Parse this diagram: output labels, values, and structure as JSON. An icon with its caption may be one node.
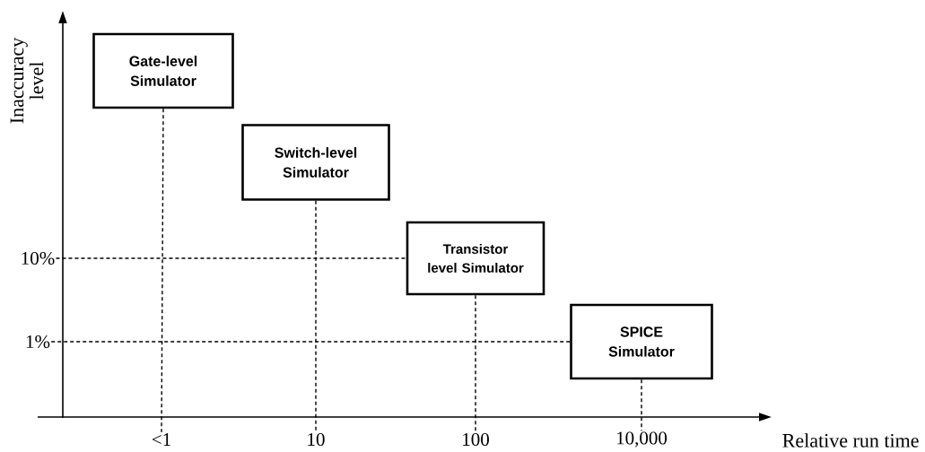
{
  "diagram": {
    "nodes": [
      {
        "text": [
          "Gate-level Simulator"
        ]
      },
      {
        "text": [
          "Switch-level Simulator"
        ]
      },
      {
        "text": [
          "Transistor level Simulator"
        ]
      },
      {
        "text": [
          "SPICE Simulator"
        ]
      },
      {
        "text": [
          "10%"
        ]
      },
      {
        "text": [
          "1%"
        ]
      },
      {
        "text": [
          "<1"
        ]
      },
      {
        "text": [
          "10"
        ]
      },
      {
        "text": [
          "100"
        ]
      },
      {
        "text": [
          "10,000"
        ]
      }
    ],
    "edges": [
      {
        "from": 0,
        "to": 6,
        "arrow": "none",
        "style": "dashed"
      },
      {
        "from": 1,
        "to": 7,
        "arrow": "none",
        "style": "dashed"
      },
      {
        "from": 4,
        "to": 2,
        "arrow": "none",
        "style": "dashed"
      },
      {
        "from": 2,
        "to": 8,
        "arrow": "none",
        "style": "dashed"
      },
      {
        "from": 5,
        "to": 3,
        "arrow": "none",
        "style": "dashed"
      },
      {
        "from": 3,
        "to": 9,
        "arrow": "none",
        "style": "dashed"
      }
    ],
    "labels": [
      "Inaccuracy level",
      "Relative run time"
    ]
  }
}
